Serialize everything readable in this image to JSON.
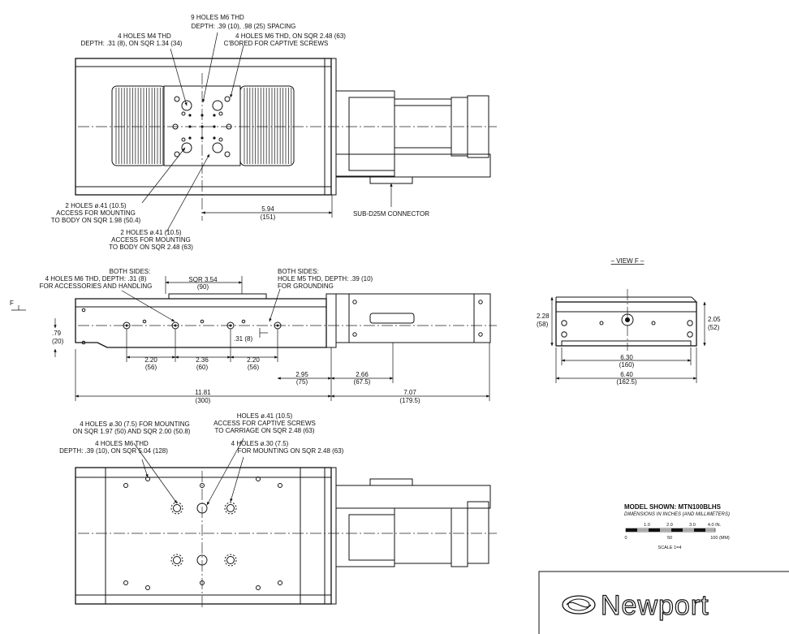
{
  "top_view": {
    "callout_holes_m4": [
      "4 HOLES M4 THD",
      "DEPTH: .31 (8), ON SQR 1.34 (34)"
    ],
    "callout_9_holes": [
      "9 HOLES M6 THD",
      "DEPTH: .39 (10), .98 (25) SPACING"
    ],
    "callout_holes_m6_cbore": [
      "4 HOLES M6 THD, ON SQR 2.48 (63)",
      "C'BORED FOR CAPTIVE SCREWS"
    ],
    "callout_2holes_198": [
      "2 HOLES ø.41 (10.5)",
      "ACCESS FOR MOUNTING",
      "TO BODY ON SQR 1.98 (50.4)"
    ],
    "callout_2holes_248": [
      "2 HOLES ø.41 (10.5)",
      "ACCESS FOR MOUNTING",
      "TO BODY ON SQR 2.48 (63)"
    ],
    "dim_594": [
      "5.94",
      "(151)"
    ],
    "connector_label": "SUB-D25M CONNECTOR"
  },
  "side_view": {
    "callout_both_sides_left": [
      "BOTH SIDES:",
      "4 HOLES M6 THD, DEPTH: .31 (8)",
      "FOR ACCESSORIES AND HANDLING"
    ],
    "dim_sqr354": [
      "SQR 3.54",
      "(90)"
    ],
    "callout_both_sides_right": [
      "BOTH SIDES:",
      "HOLE M5 THD, DEPTH: .39 (10)",
      "FOR GROUNDING"
    ],
    "view_arrow_label": "F",
    "dim_79": [
      ".79",
      "(20)"
    ],
    "dim_31": ".31 (8)",
    "dim_220a": [
      "2.20",
      "(56)"
    ],
    "dim_236": [
      "2.36",
      "(60)"
    ],
    "dim_220b": [
      "2.20",
      "(56)"
    ],
    "dim_295": [
      "2.95",
      "(75)"
    ],
    "dim_266": [
      "2.66",
      "(67.5)"
    ],
    "dim_1181": [
      "11.81",
      "(300)"
    ],
    "dim_707": [
      "7.07",
      "(179.5)"
    ]
  },
  "bottom_view": {
    "callout_4holes_30": [
      "4 HOLES ø.30 (7.5) FOR MOUNTING",
      "ON SQR 1.97 (50) AND SQR 2.00 (50.8)"
    ],
    "callout_holes_41": [
      "HOLES ø.41 (10.5)",
      "ACCESS FOR CAPTIVE SCREWS",
      "TO CARRIAGE ON SQR 2.48 (63)"
    ],
    "callout_m6_504": [
      "4 HOLES M6 THD",
      "DEPTH: .39 (10), ON SQR 5.04 (128)"
    ],
    "callout_30_248": [
      "4 HOLES ø.30 (7.5)",
      "FOR MOUNTING ON SQR 2.48 (63)"
    ]
  },
  "view_f": {
    "title": "– VIEW F –",
    "dim_228": [
      "2.28",
      "(58)"
    ],
    "dim_205": [
      "2.05",
      "(52)"
    ],
    "dim_630": [
      "6.30",
      "(160)"
    ],
    "dim_640": [
      "6.40",
      "(162.5)"
    ]
  },
  "notes": {
    "model_shown": "MODEL SHOWN: MTN100BLHS",
    "dimensions_note": "DIMENSIONS IN INCHES (AND MILLIMETERS)",
    "inch_ticks": [
      "1.0",
      "2.0",
      "3.0",
      "4.0 IN."
    ],
    "mm_ticks": [
      "0",
      "50",
      "100 (MM)"
    ],
    "scale": "SCALE 1=4"
  },
  "brand": {
    "name": "Newport"
  }
}
